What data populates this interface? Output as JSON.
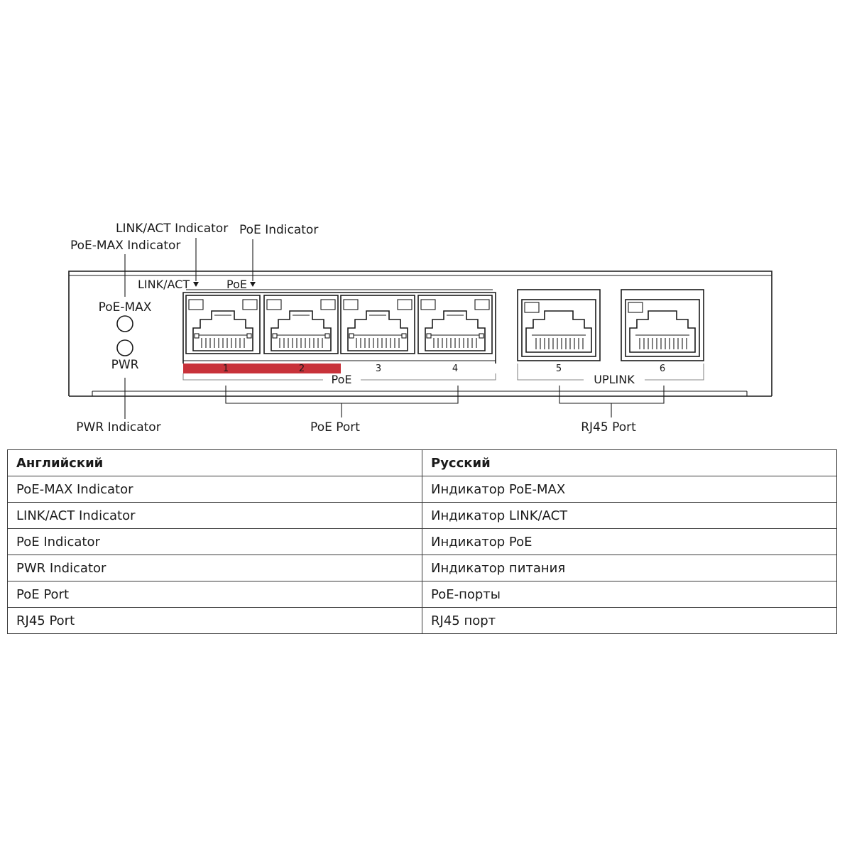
{
  "callouts": {
    "poe_max_indicator": "PoE-MAX Indicator",
    "link_act_indicator": "LINK/ACT Indicator",
    "poe_indicator": "PoE Indicator",
    "pwr_indicator": "PWR Indicator",
    "poe_port": "PoE Port",
    "rj45_port": "RJ45 Port"
  },
  "panel": {
    "link_act": "LINK/ACT",
    "poe_top": "PoE",
    "poe_max": "PoE-MAX",
    "pwr": "PWR",
    "poe_group": "PoE",
    "uplink_group": "UPLINK",
    "port_numbers": [
      "1",
      "2",
      "3",
      "4",
      "5",
      "6"
    ]
  },
  "colors": {
    "highlight": "#c8323a",
    "line": "#1a1a1a"
  },
  "table": {
    "headers": [
      "Английский",
      "Русский"
    ],
    "rows": [
      [
        "PoE-MAX Indicator",
        "Индикатор PoE-MAX"
      ],
      [
        "LINK/ACT Indicator",
        "Индикатор LINK/ACT"
      ],
      [
        "PoE Indicator",
        "Индикатор PoE"
      ],
      [
        "PWR Indicator",
        "Индикатор питания"
      ],
      [
        "PoE Port",
        "PoE-порты"
      ],
      [
        "RJ45 Port",
        "RJ45 порт"
      ]
    ]
  }
}
